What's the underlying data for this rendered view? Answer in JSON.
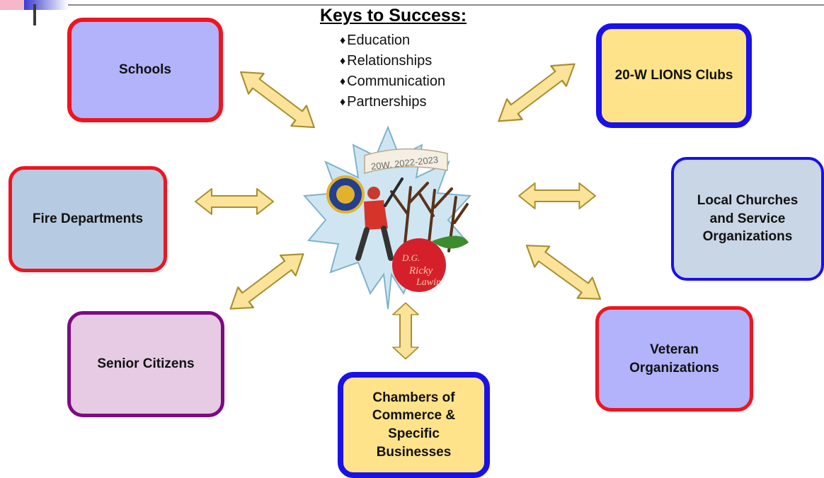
{
  "keys": {
    "title": "Keys to Success:",
    "items": [
      "Education",
      "Relationships",
      "Communication",
      "Partnerships"
    ],
    "bullet": "♦"
  },
  "boxes": {
    "schools": [
      "Schools"
    ],
    "lions": [
      "20-W LIONS Clubs"
    ],
    "fire": [
      "Fire Departments"
    ],
    "churches": [
      "Local Churches",
      "and Service",
      "Organizations"
    ],
    "senior": [
      "Senior Citizens"
    ],
    "veteran": [
      "Veteran",
      "Organizations"
    ],
    "chambers": [
      "Chambers of",
      "Commerce &",
      "Specific",
      "Businesses"
    ]
  },
  "emblem": {
    "banner": "20W. 2022-2023",
    "signature_line1": "D.G.",
    "signature_line2": "Ricky",
    "signature_line3": "Lawin"
  },
  "colors": {
    "red_border": "#f0141e",
    "blue_border": "#1a10e8",
    "purple_border": "#7e0a84",
    "lavender_fill": "#b3b3fb",
    "gold_fill": "#fee38a",
    "steel_fill": "#b6cbe1",
    "pale_steel_fill": "#c9d6e6",
    "pink_fill": "#e7cbe4",
    "arrow_fill": "#fbe39a",
    "arrow_stroke": "#a88f2e"
  }
}
